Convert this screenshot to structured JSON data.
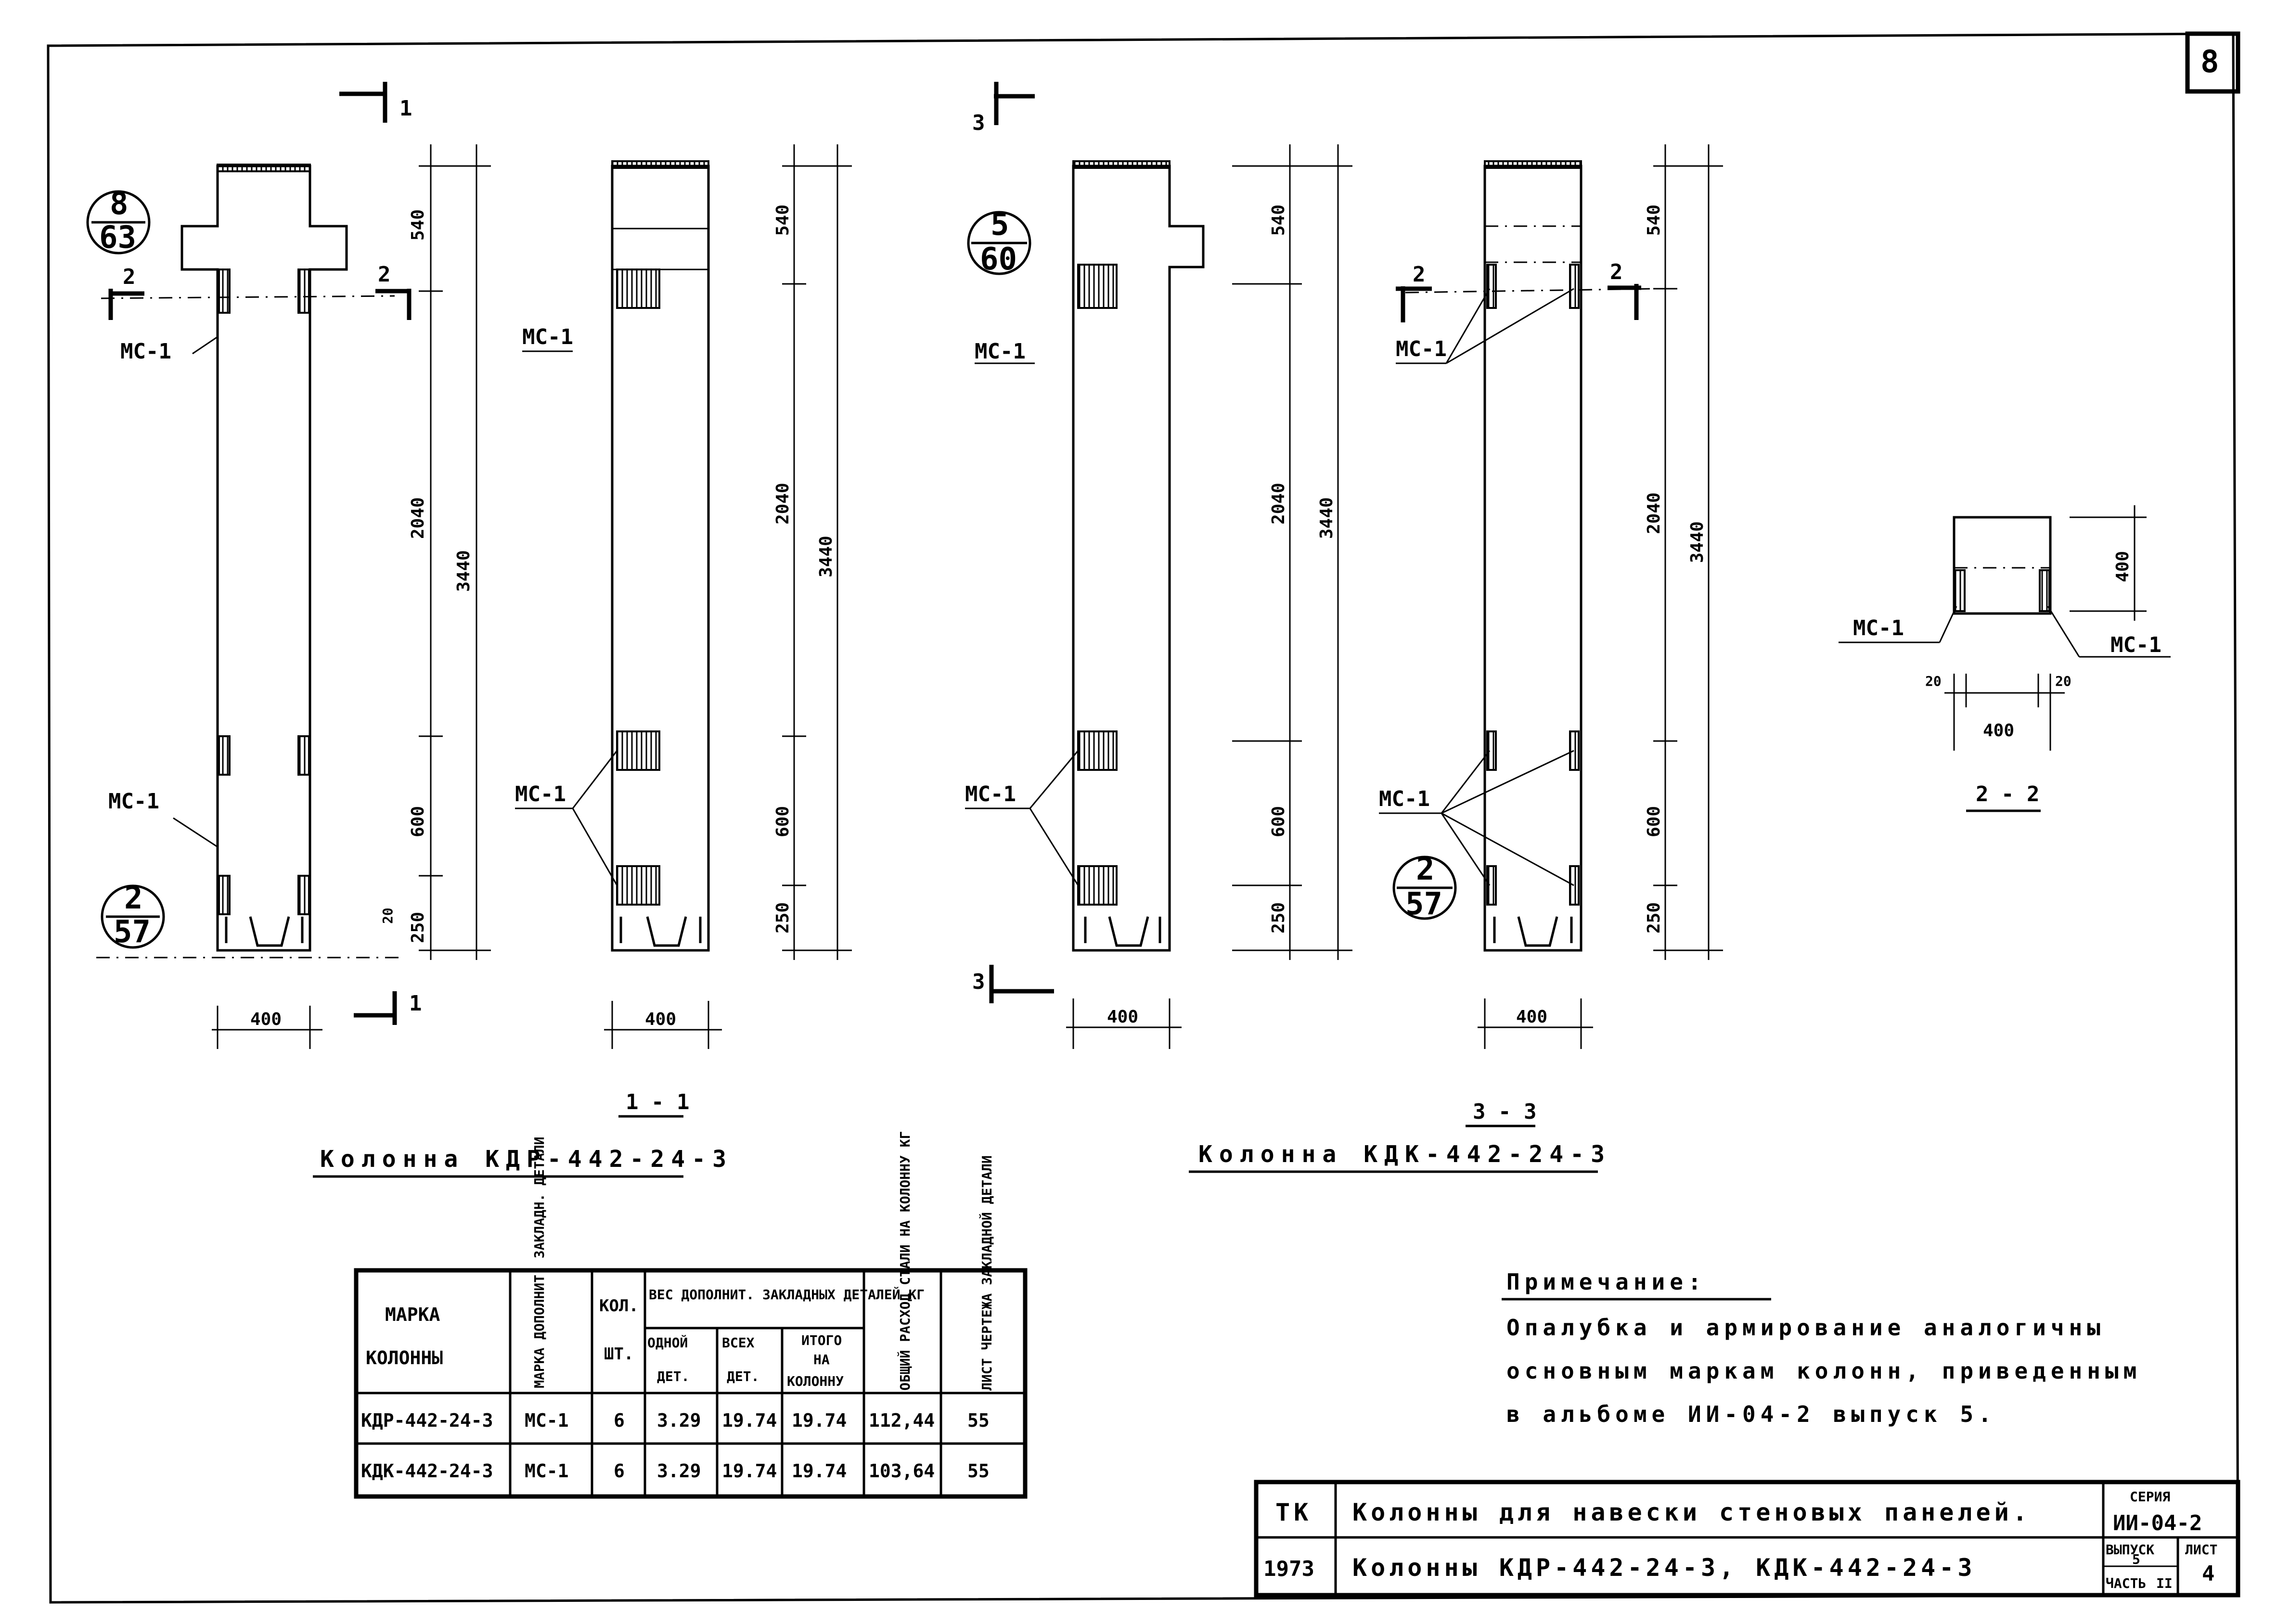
{
  "sheet_number": "8",
  "section_marks": {
    "s1": "1",
    "s2": "2",
    "s3": "3"
  },
  "callouts": {
    "kdr_top": {
      "num": "8",
      "den": "63"
    },
    "kdr_bottom": {
      "num": "2",
      "den": "57"
    },
    "kdk_top": {
      "num": "5",
      "den": "60"
    },
    "kdk_bottom": {
      "num": "2",
      "den": "57"
    }
  },
  "embedded_part_label": "МС-1",
  "dimensions": {
    "d540": "540",
    "d2040": "2040",
    "d3440": "3440",
    "d600": "600",
    "d250": "250",
    "d400": "400",
    "d20": "20"
  },
  "section_titles": {
    "s11": "1 - 1",
    "s33": "3 - 3",
    "s22": "2 - 2"
  },
  "captions": {
    "kdr": "Колонна КДР-442-24-3",
    "kdk": "Колонна КДК-442-24-3"
  },
  "notes": {
    "title": "Примечание:",
    "lines": [
      "Опалубка и армирование аналогичны",
      "основным маркам колонн, приведенным",
      "в альбоме ИИ-04-2 выпуск 5."
    ]
  },
  "table": {
    "headers": {
      "mark": [
        "МАРКА",
        "КОЛОННЫ"
      ],
      "extra": "МАРКА ДОПОЛНИТ. ЗАКЛАДН. ДЕТАЛИ",
      "qty": [
        "КОЛ.",
        "ШТ."
      ],
      "weight_group": "ВЕС ДОПОЛНИТ. ЗАКЛАДНЫХ ДЕТАЛЕЙ КГ",
      "w_one": [
        "ОДНОЙ",
        "ДЕТ."
      ],
      "w_all": [
        "ВСЕХ",
        "ДЕТ."
      ],
      "w_total": [
        "ИТОГО",
        "НА",
        "КОЛОННУ"
      ],
      "steel": "ОБЩИЙ РАСХОД СТАЛИ НА КОЛОННУ КГ",
      "sheet": "ЛИСТ ЧЕРТЕЖА ЗАКЛАДНОЙ ДЕТАЛИ"
    },
    "rows": [
      [
        "КДР-442-24-3",
        "МС-1",
        "6",
        "3.29",
        "19.74",
        "19.74",
        "112,44",
        "55"
      ],
      [
        "КДК-442-24-3",
        "МС-1",
        "6",
        "3.29",
        "19.74",
        "19.74",
        "103,64",
        "55"
      ]
    ]
  },
  "stamp": {
    "org": "ТК",
    "year": "1973",
    "title1": "Колонны для навески стеновых панелей.",
    "title2": "Колонны КДР-442-24-3, КДК-442-24-3",
    "series_label": "СЕРИЯ",
    "series": "ИИ-04-2",
    "issue_label": "ВЫПУСК",
    "issue": "5",
    "part_label": "ЧАСТЬ",
    "part": "II",
    "sheet_label": "ЛИСТ",
    "sheet": "4"
  }
}
